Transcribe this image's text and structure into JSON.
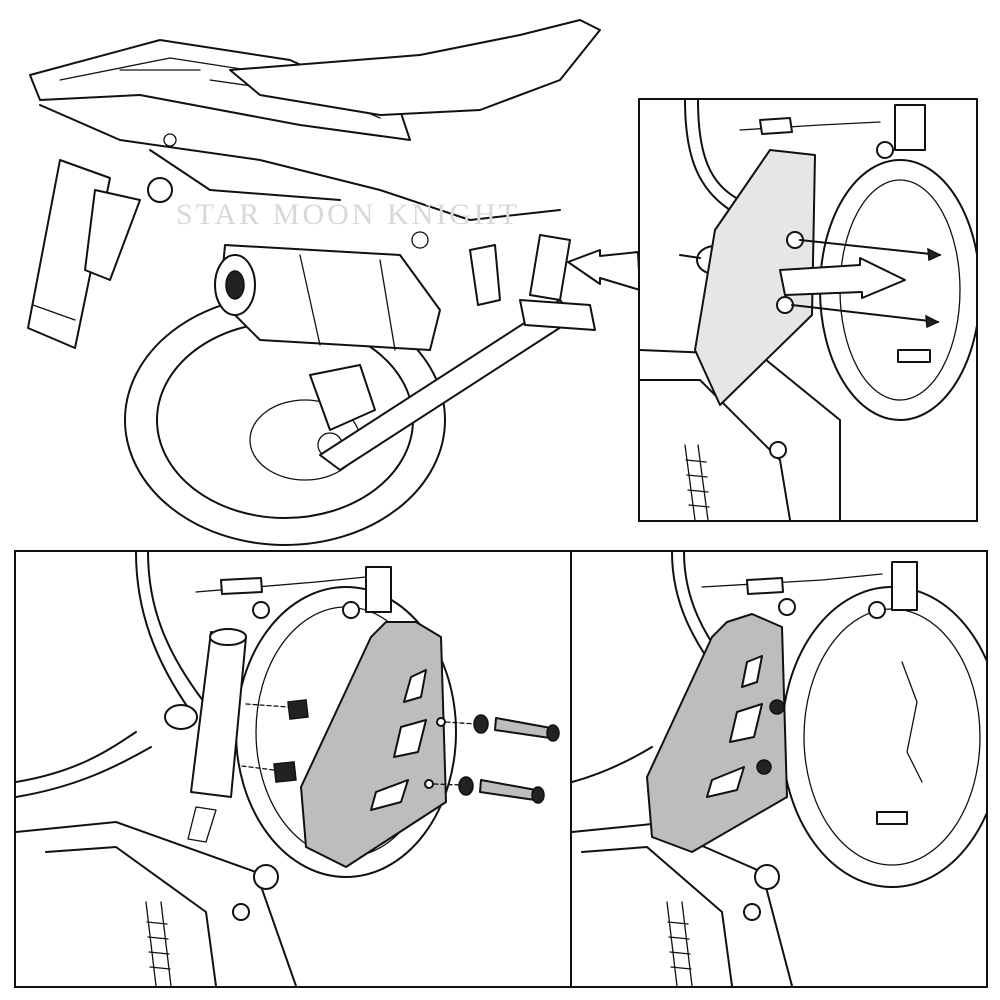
{
  "watermark": "STAR MOON KNIGHT",
  "panels": {
    "overview": "overview-illustration",
    "detail": "detail-closeup",
    "step_exploded": "exploded-installation",
    "step_installed": "installed-result"
  },
  "colors": {
    "line": "#111111",
    "guard_fill": "#bdbdbd",
    "highlight_fill": "#e6e6e6",
    "background": "#ffffff"
  }
}
